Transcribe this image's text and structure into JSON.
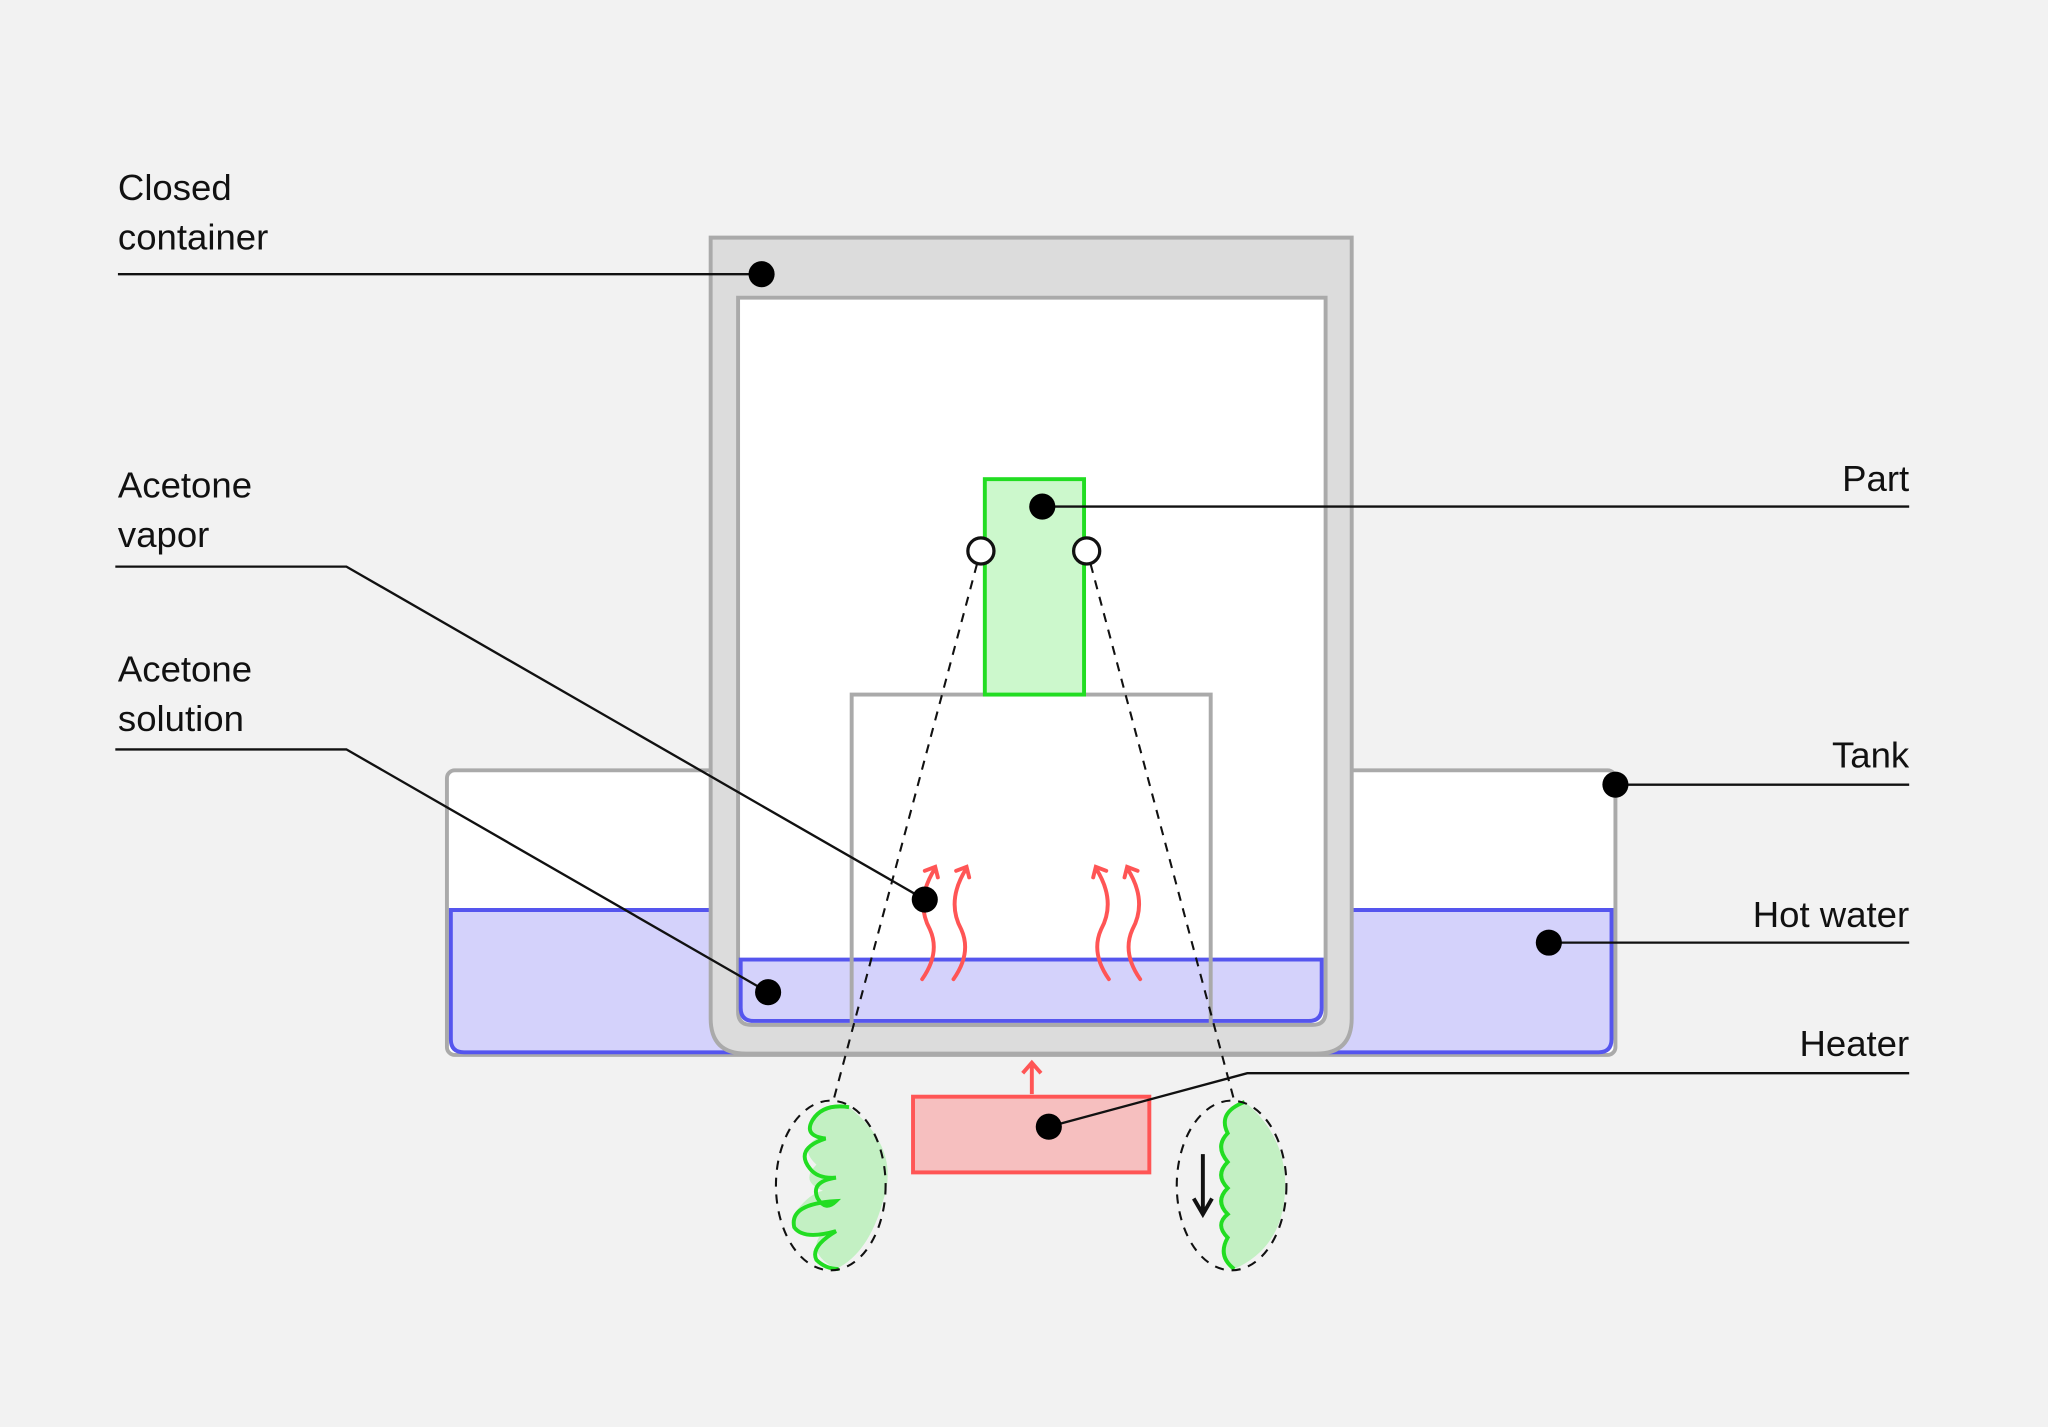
{
  "labels": {
    "closed_container": [
      "Closed",
      "container"
    ],
    "acetone_vapor": [
      "Acetone",
      "vapor"
    ],
    "acetone_solution": [
      "Acetone",
      "solution"
    ],
    "part": "Part",
    "tank": "Tank",
    "hot_water": "Hot water",
    "heater": "Heater"
  },
  "colors": {
    "background": "#f2f2f2",
    "container": "#dcdcdc",
    "outline_gray": "#aaaaaa",
    "water_fill": "#d4d2fb",
    "water_stroke": "#5555ee",
    "part_fill": "#ccf8cc",
    "part_stroke": "#22dd22",
    "heater_fill": "#f6bfbf",
    "heat_red": "#ff5555"
  }
}
